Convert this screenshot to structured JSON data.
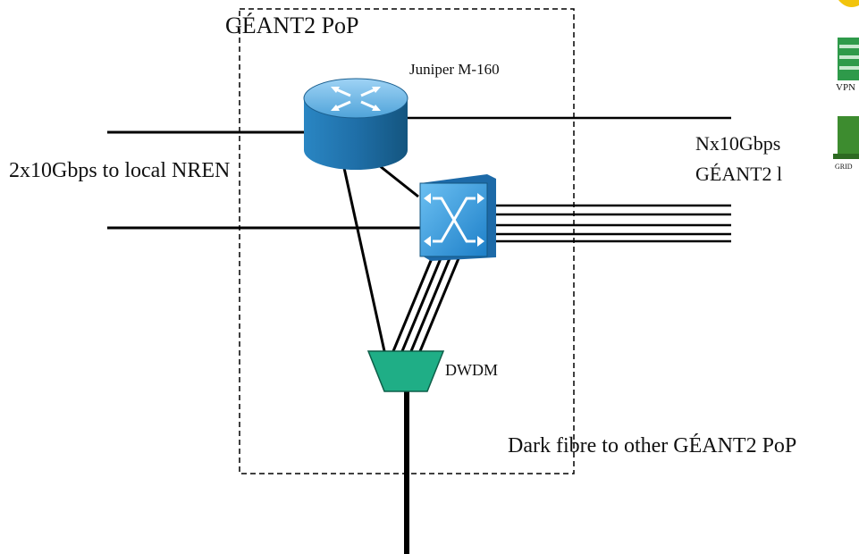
{
  "pop_title": "GÉANT2 PoP",
  "router_label": "Juniper M-160",
  "left_link_label": "2x10Gbps to local NREN",
  "right_link_label_line1": "Nx10Gbps",
  "right_link_label_line2": "GÉANT2 l",
  "dwdm_label": "DWDM",
  "dark_fibre_label": "Dark fibre to other GÉANT2 PoP",
  "side_icon_labels": [
    "VPN",
    "GRID"
  ],
  "colors": {
    "router": "#1f6fa8",
    "switch": "#2b8fd6",
    "dwdm": "#1fae86",
    "line": "#000000"
  }
}
